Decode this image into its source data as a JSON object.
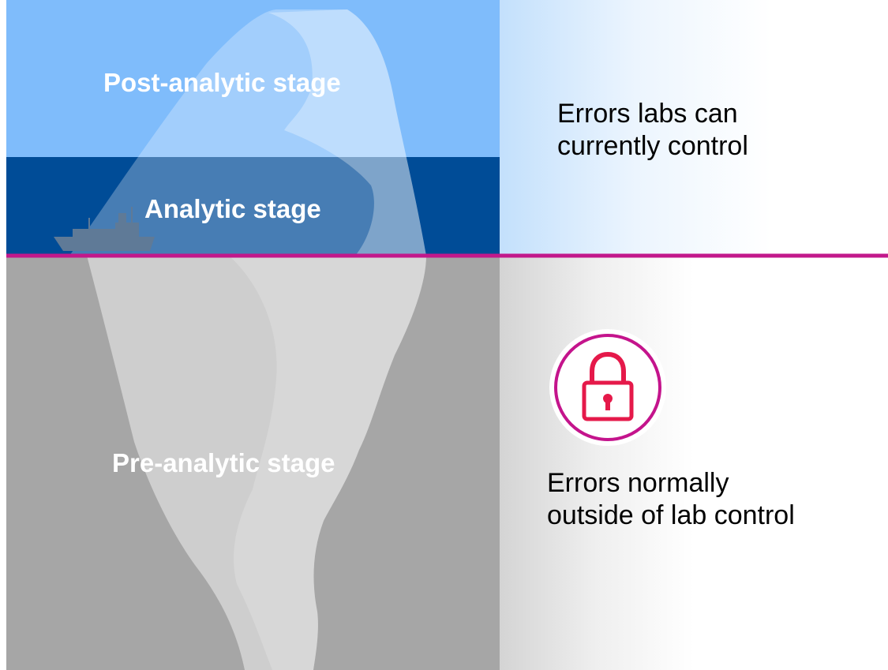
{
  "stages": {
    "post_analytic": "Post-analytic stage",
    "analytic": "Analytic stage",
    "pre_analytic": "Pre-analytic stage"
  },
  "notes": {
    "above_waterline": "Errors labs can currently control",
    "below_waterline": "Errors normally outside of lab control"
  },
  "icons": {
    "lock": "padlock-icon",
    "ship": "ship-icon",
    "iceberg": "iceberg-illustration"
  },
  "colors": {
    "post_analytic_band": "#7fbcfb",
    "analytic_band": "#004c97",
    "pre_analytic_band": "#a6a6a6",
    "waterline": "#c2188b",
    "lock_accent": "#e5194a"
  }
}
